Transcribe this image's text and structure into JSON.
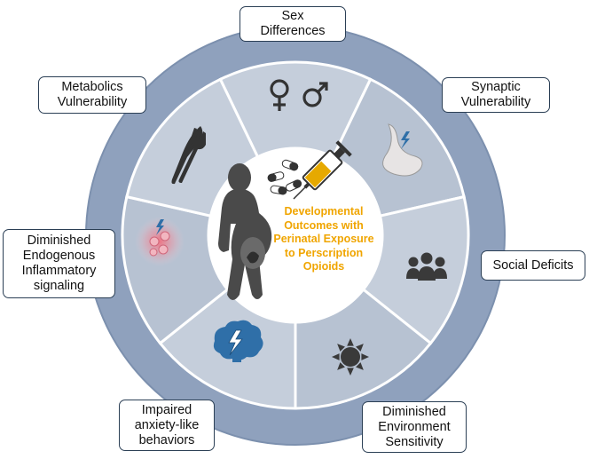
{
  "center": {
    "title": "Developmental\nOutcomes with\nPerinatal Exposure\nto Perscription\nOpioids",
    "title_color": "#f0a500"
  },
  "colors": {
    "outer_ring": "#8fa1bd",
    "outer_ring_dark": "#6f84a4",
    "segment_fill": "#c5cedb",
    "segment_alt": "#b7c2d2",
    "icon_dark": "#3a3a3a",
    "brain_blue": "#2f6fa8"
  },
  "labels": [
    {
      "id": "sex-differences",
      "text": "Sex\nDifferences",
      "icon": "gender-symbols-icon"
    },
    {
      "id": "synaptic-vulnerability",
      "text": "Synaptic\nVulnerability",
      "icon": "synapse-icon"
    },
    {
      "id": "social-deficits",
      "text": "Social Deficits",
      "icon": "group-people-icon"
    },
    {
      "id": "diminished-environment-sensitivity",
      "text": "Diminished\nEnvironment\nSensitivity",
      "icon": "sun-icon"
    },
    {
      "id": "impaired-anxiety-like-behaviors",
      "text": "Impaired\nanxiety-like\nbehaviors",
      "icon": "brain-lightning-icon"
    },
    {
      "id": "diminished-endogenous-inflammatory-signaling",
      "text": "Diminished\nEndogenous\nInflammatory\nsignaling",
      "icon": "inflamed-cells-icon"
    },
    {
      "id": "metabolics-vulnerability",
      "text": "Metabolics\nVulnerability",
      "icon": "knife-fork-icon"
    }
  ]
}
